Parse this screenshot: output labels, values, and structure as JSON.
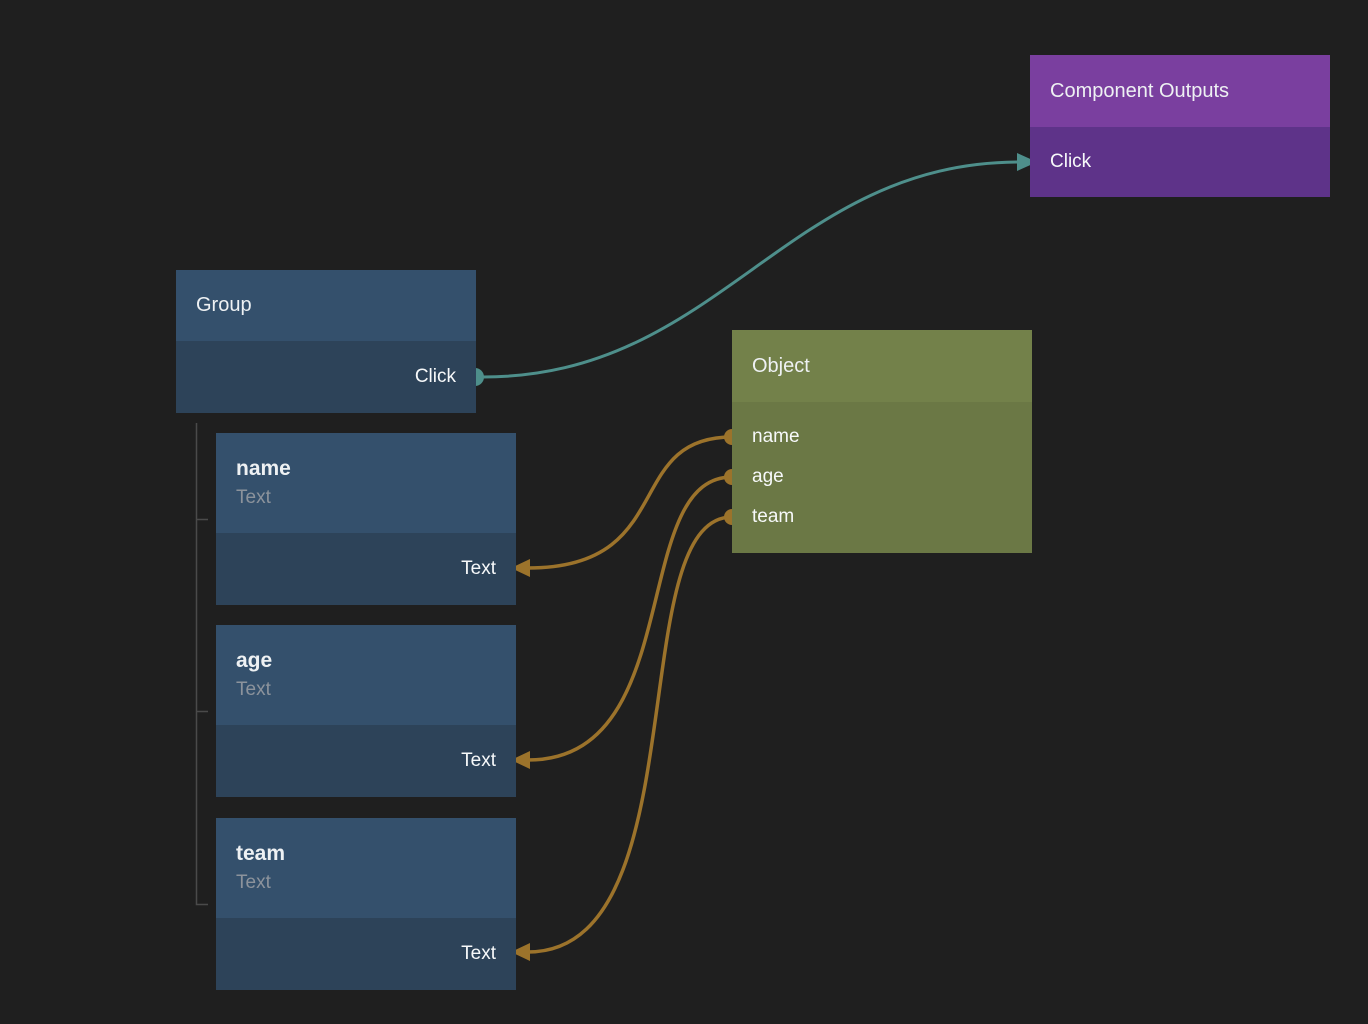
{
  "colors": {
    "background": "#1f1f1f",
    "teal": "#4e8f8b",
    "orange": "#9c732b",
    "purple_header": "#7a3f9f",
    "purple_body": "#5e3389",
    "blue_header": "#34506c",
    "blue_body": "#2d4359",
    "olive_header": "#73814a",
    "olive_body": "#6b7845",
    "tree_line": "#4a4a4a"
  },
  "nodes": {
    "component_outputs": {
      "title": "Component Outputs",
      "input": "Click"
    },
    "group": {
      "title": "Group",
      "output": "Click"
    },
    "object": {
      "title": "Object",
      "outputs": [
        "name",
        "age",
        "team"
      ]
    },
    "fields": [
      {
        "title": "name",
        "subtitle": "Text",
        "input": "Text"
      },
      {
        "title": "age",
        "subtitle": "Text",
        "input": "Text"
      },
      {
        "title": "team",
        "subtitle": "Text",
        "input": "Text"
      }
    ]
  }
}
